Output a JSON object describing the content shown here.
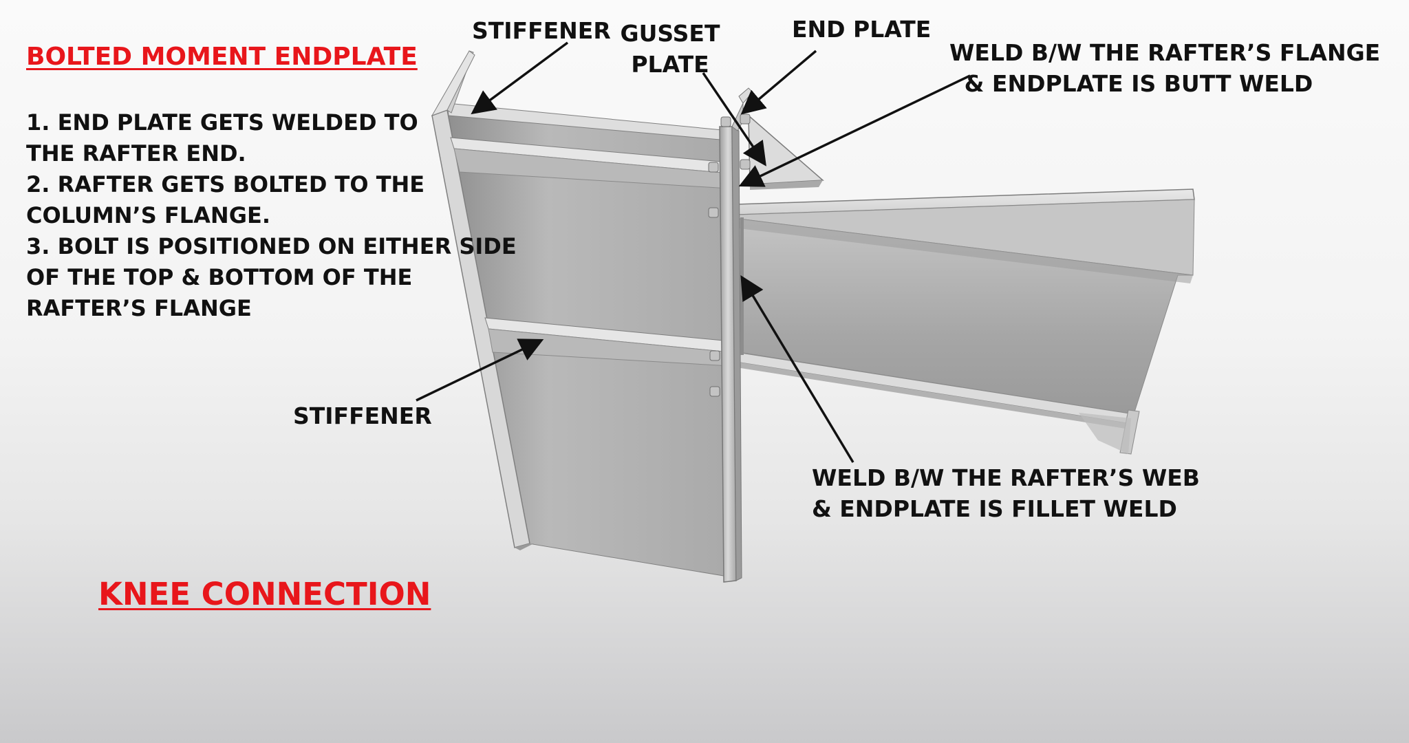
{
  "title": "BOLTED MOMENT ENDPLATE",
  "notes": [
    "1. END PLATE GETS WELDED TO",
    "THE RAFTER END.",
    "2. RAFTER GETS BOLTED TO THE",
    "COLUMN’S FLANGE.",
    "3. BOLT IS POSITIONED ON EITHER SIDE",
    "OF THE TOP & BOTTOM OF THE",
    "RAFTER’S FLANGE"
  ],
  "labels": {
    "stiffener_top": "STIFFENER",
    "gusset_plate": [
      "GUSSET",
      "PLATE"
    ],
    "end_plate": "END PLATE",
    "flange_weld": [
      "WELD B/W THE RAFTER’S FLANGE",
      "& ENDPLATE IS BUTT WELD"
    ],
    "stiffener_bottom": "STIFFENER",
    "web_weld": [
      "WELD B/W THE RAFTER’S WEB",
      "& ENDPLATE IS FILLET WELD"
    ]
  },
  "footer_title": "KNEE CONNECTION",
  "colors": {
    "heading": "#e8161b",
    "text": "#111111",
    "steel_light": "#e2e2e2",
    "steel_mid": "#b9b9b9",
    "steel_dark": "#8e8e8e"
  }
}
